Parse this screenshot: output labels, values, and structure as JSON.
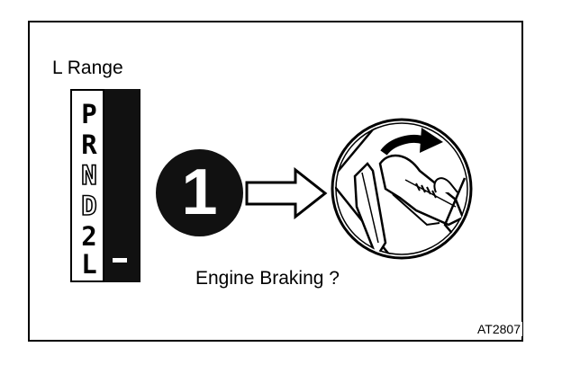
{
  "title": "L Range",
  "gears": [
    "P",
    "R",
    "N",
    "D",
    "2",
    "L"
  ],
  "step_number": "1",
  "caption": "Engine Braking ?",
  "figure_code": "AT2807",
  "colors": {
    "ink": "#000000",
    "fill_dark": "#111111",
    "background": "#ffffff"
  },
  "icons": {
    "arrow": "hollow-right-arrow",
    "pedal": "foot-on-pedal-icon"
  }
}
